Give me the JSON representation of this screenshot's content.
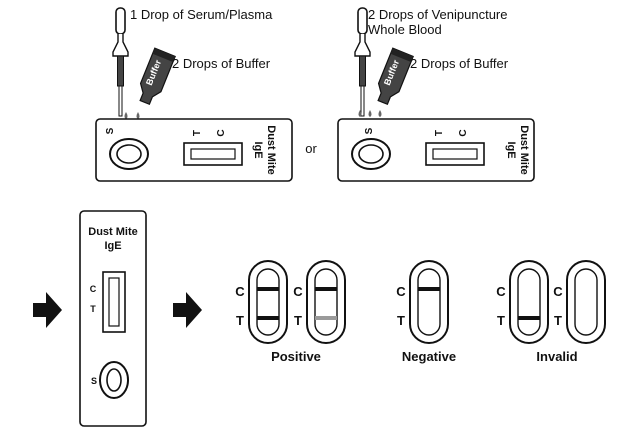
{
  "step1": {
    "left": {
      "sample_label": "1 Drop of Serum/Plasma",
      "buffer_label": "2 Drops of Buffer",
      "bottle_text": "Buffer",
      "sample_well_letter": "S",
      "t_letter": "T",
      "c_letter": "C",
      "device_name_line1": "Dust Mite",
      "device_name_line2": "IgE"
    },
    "or_text": "or",
    "right": {
      "sample_label_line1": "2 Drops of Venipuncture",
      "sample_label_line2": "Whole Blood",
      "buffer_label": "2 Drops of Buffer",
      "bottle_text": "Buffer",
      "sample_well_letter": "S",
      "t_letter": "T",
      "c_letter": "C",
      "device_name_line1": "Dust Mite",
      "device_name_line2": "IgE"
    }
  },
  "step2": {
    "device_name_line1": "Dust Mite",
    "device_name_line2": "IgE",
    "c_letter": "C",
    "t_letter": "T",
    "s_letter": "S"
  },
  "results": {
    "c_letter": "C",
    "t_letter": "T",
    "positive_label": "Positive",
    "negative_label": "Negative",
    "invalid_label": "Invalid"
  },
  "colors": {
    "line": "#111111",
    "strong_band": "#111111",
    "faint_band": "#9a9a9a",
    "arrow": "#111111"
  }
}
